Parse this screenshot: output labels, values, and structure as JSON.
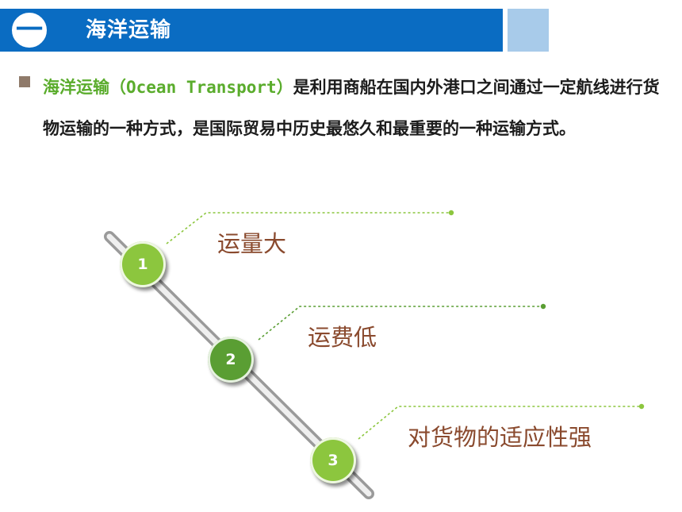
{
  "header": {
    "badge": "一",
    "title": "海洋运输",
    "colors": {
      "bar": "#0a6cc2",
      "accent": "#a8cbea"
    }
  },
  "intro": {
    "term": "海洋运输（",
    "term_en": "Ocean Transport",
    "term_close": "）",
    "text": "是利用商船在国内外港口之间通过一定航线进行货物运输的一种方式，是国际贸易中历史最悠久和最重要的一种运输方式。"
  },
  "features": [
    {
      "number": "1",
      "label": "运量大",
      "color": "#8cc63e"
    },
    {
      "number": "2",
      "label": "运费低",
      "color": "#5a9e33"
    },
    {
      "number": "3",
      "label": "对货物的适应性强",
      "color": "#8cc63e"
    }
  ]
}
